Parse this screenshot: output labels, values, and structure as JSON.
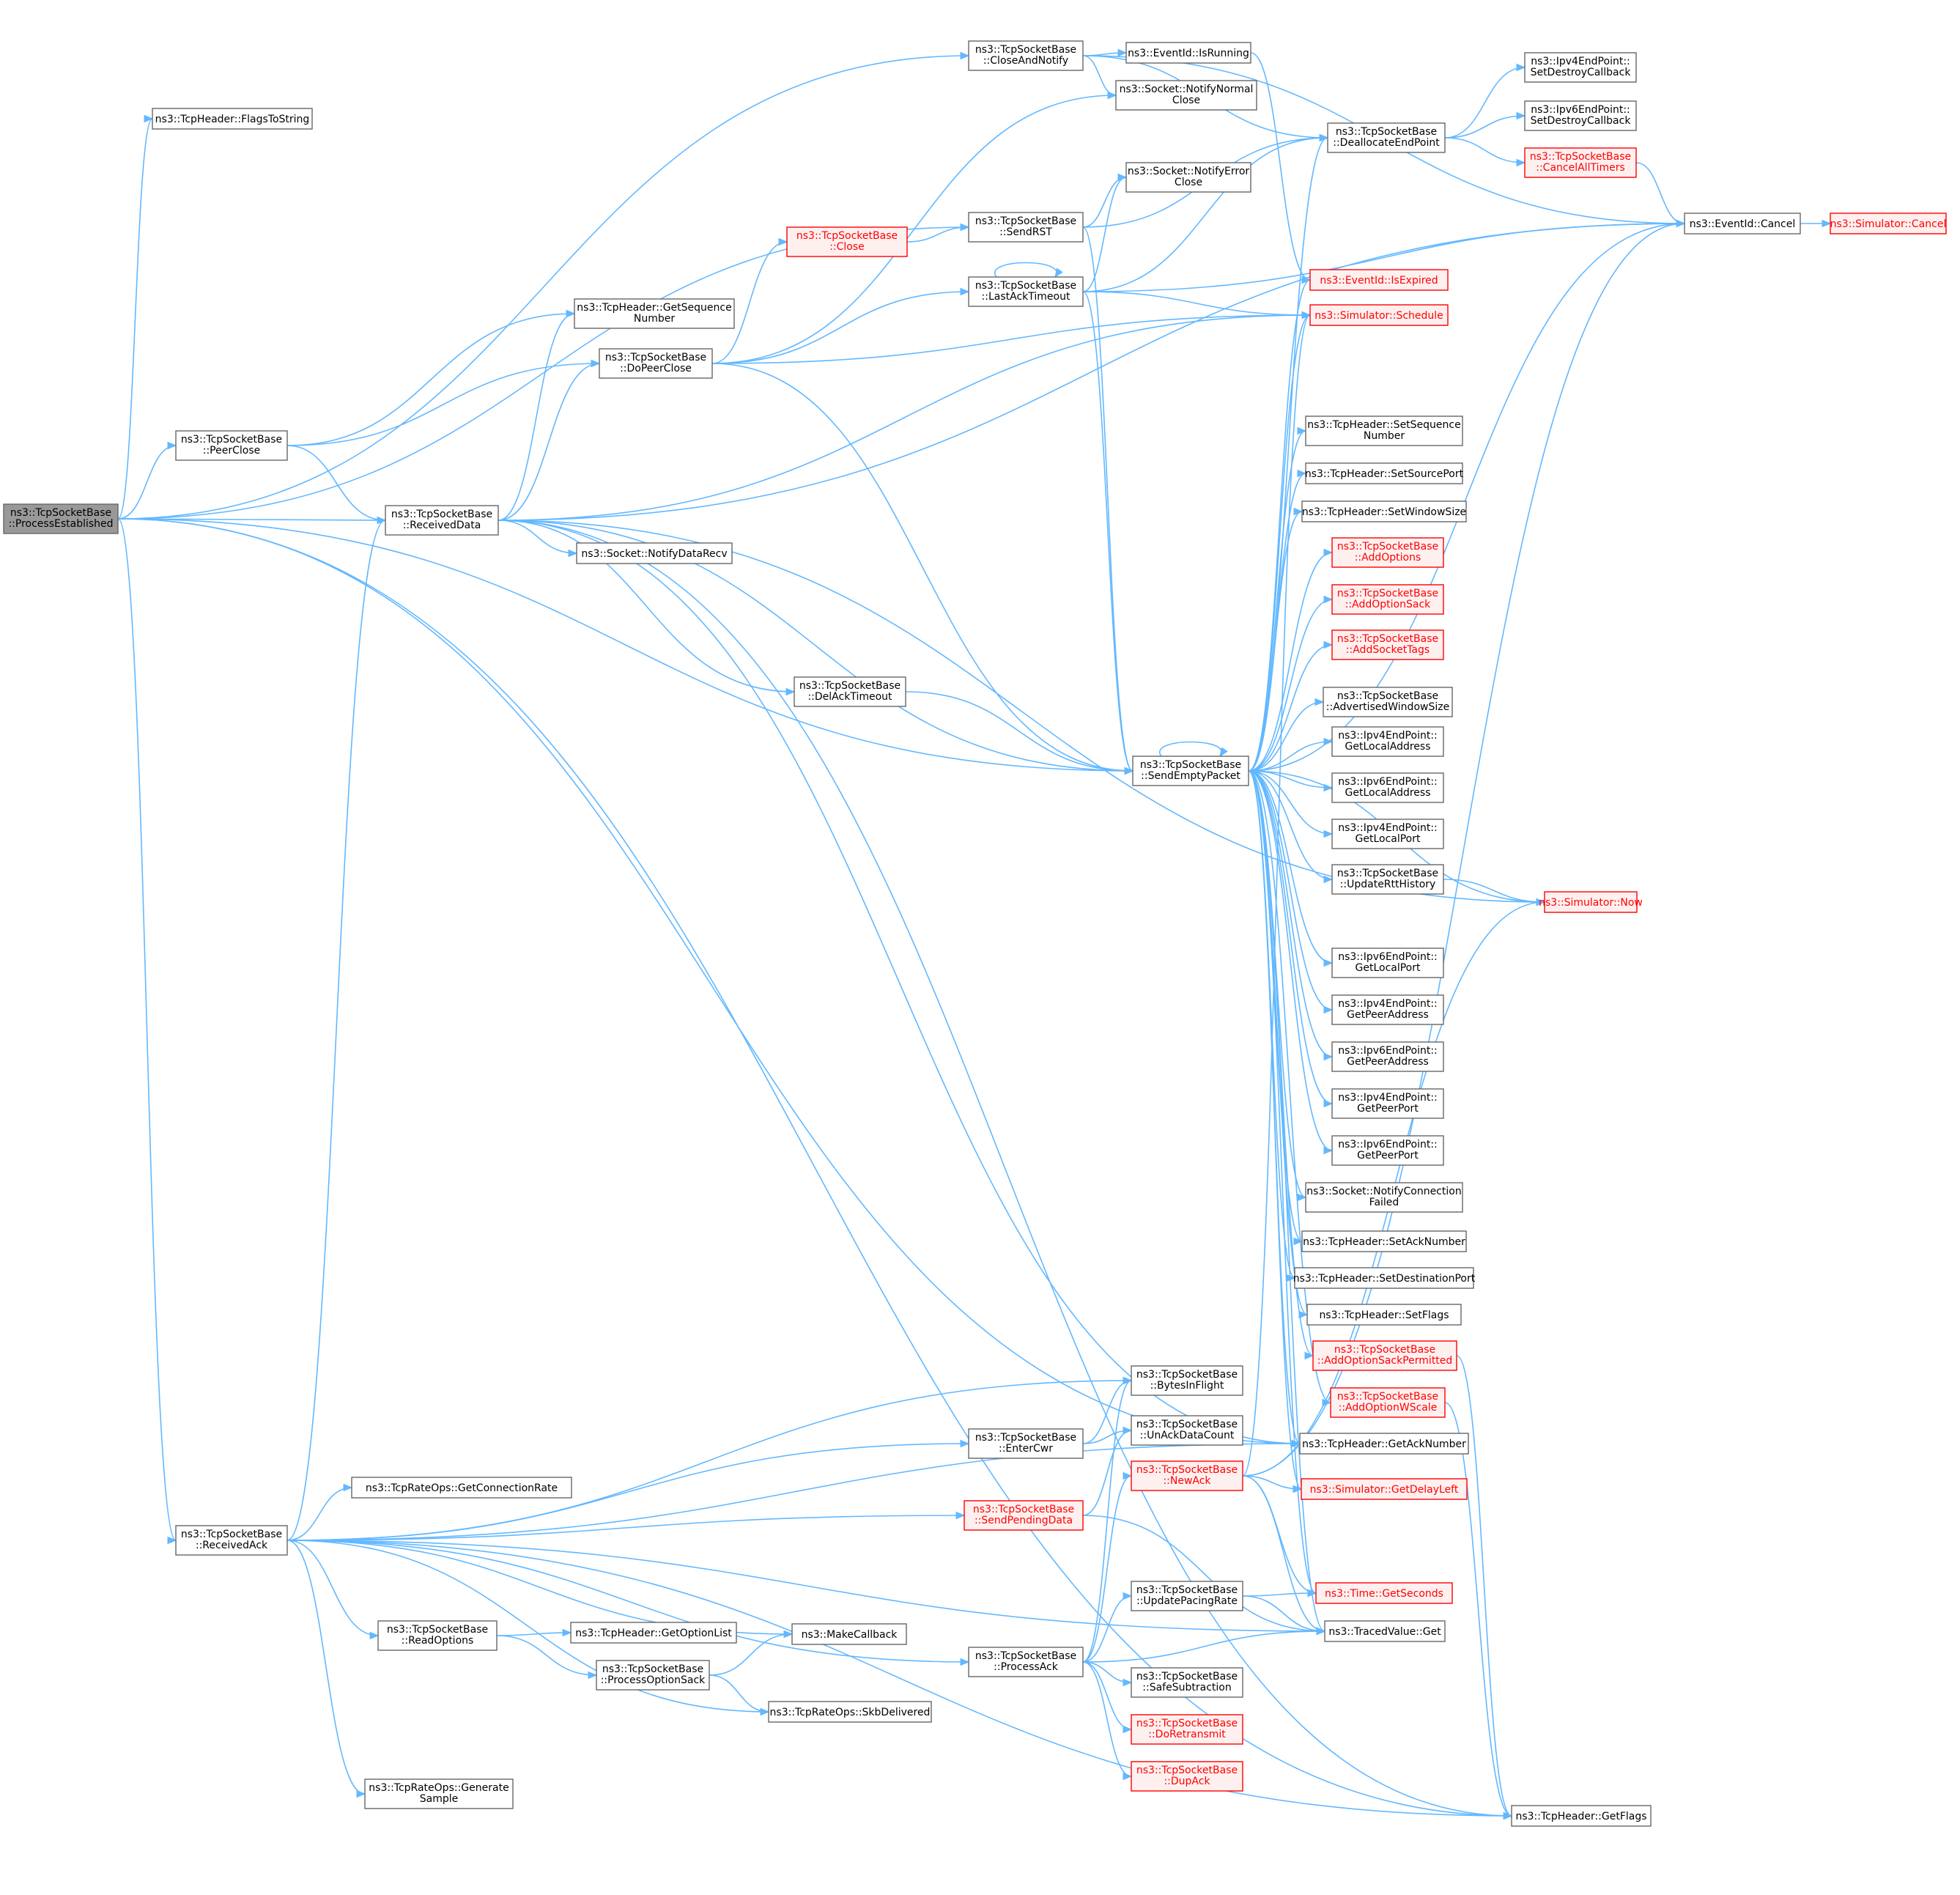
{
  "nodes": [
    {
      "id": "pe",
      "lines": [
        "ns3::TcpSocketBase",
        "::ProcessEstablished"
      ],
      "style": "gray"
    },
    {
      "id": "fts",
      "lines": [
        "ns3::TcpHeader::FlagsToString"
      ],
      "style": "normal"
    },
    {
      "id": "can",
      "lines": [
        "ns3::TcpSocketBase",
        "::CloseAndNotify"
      ],
      "style": "normal"
    },
    {
      "id": "isr",
      "lines": [
        "ns3::EventId::IsRunning"
      ],
      "style": "normal"
    },
    {
      "id": "nnc",
      "lines": [
        "ns3::Socket::NotifyNormal",
        "Close"
      ],
      "style": "normal"
    },
    {
      "id": "i4dc",
      "lines": [
        "ns3::Ipv4EndPoint::",
        "SetDestroyCallback"
      ],
      "style": "normal"
    },
    {
      "id": "i6dc",
      "lines": [
        "ns3::Ipv6EndPoint::",
        "SetDestroyCallback"
      ],
      "style": "normal"
    },
    {
      "id": "dep",
      "lines": [
        "ns3::TcpSocketBase",
        "::DeallocateEndPoint"
      ],
      "style": "normal"
    },
    {
      "id": "cat",
      "lines": [
        "ns3::TcpSocketBase",
        "::CancelAllTimers"
      ],
      "style": "red"
    },
    {
      "id": "nec",
      "lines": [
        "ns3::Socket::NotifyError",
        "Close"
      ],
      "style": "normal"
    },
    {
      "id": "clo",
      "lines": [
        "ns3::TcpSocketBase",
        "::Close"
      ],
      "style": "red"
    },
    {
      "id": "srst",
      "lines": [
        "ns3::TcpSocketBase",
        "::SendRST"
      ],
      "style": "normal"
    },
    {
      "id": "ecan",
      "lines": [
        "ns3::EventId::Cancel"
      ],
      "style": "normal"
    },
    {
      "id": "scan",
      "lines": [
        "ns3::Simulator::Cancel"
      ],
      "style": "red"
    },
    {
      "id": "lat",
      "lines": [
        "ns3::TcpSocketBase",
        "::LastAckTimeout"
      ],
      "style": "normal"
    },
    {
      "id": "iexp",
      "lines": [
        "ns3::EventId::IsExpired"
      ],
      "style": "red"
    },
    {
      "id": "gsn",
      "lines": [
        "ns3::TcpHeader::GetSequence",
        "Number"
      ],
      "style": "normal"
    },
    {
      "id": "sch",
      "lines": [
        "ns3::Simulator::Schedule"
      ],
      "style": "red"
    },
    {
      "id": "dpc",
      "lines": [
        "ns3::TcpSocketBase",
        "::DoPeerClose"
      ],
      "style": "normal"
    },
    {
      "id": "ssn",
      "lines": [
        "ns3::TcpHeader::SetSequence",
        "Number"
      ],
      "style": "normal"
    },
    {
      "id": "pcl",
      "lines": [
        "ns3::TcpSocketBase",
        "::PeerClose"
      ],
      "style": "normal"
    },
    {
      "id": "ssp",
      "lines": [
        "ns3::TcpHeader::SetSourcePort"
      ],
      "style": "normal"
    },
    {
      "id": "sws",
      "lines": [
        "ns3::TcpHeader::SetWindowSize"
      ],
      "style": "normal"
    },
    {
      "id": "rd",
      "lines": [
        "ns3::TcpSocketBase",
        "::ReceivedData"
      ],
      "style": "normal"
    },
    {
      "id": "ndr",
      "lines": [
        "ns3::Socket::NotifyDataRecv"
      ],
      "style": "normal"
    },
    {
      "id": "aop",
      "lines": [
        "ns3::TcpSocketBase",
        "::AddOptions"
      ],
      "style": "red"
    },
    {
      "id": "aos",
      "lines": [
        "ns3::TcpSocketBase",
        "::AddOptionSack"
      ],
      "style": "red"
    },
    {
      "id": "ast",
      "lines": [
        "ns3::TcpSocketBase",
        "::AddSocketTags"
      ],
      "style": "red"
    },
    {
      "id": "dat",
      "lines": [
        "ns3::TcpSocketBase",
        "::DelAckTimeout"
      ],
      "style": "normal"
    },
    {
      "id": "aws",
      "lines": [
        "ns3::TcpSocketBase",
        "::AdvertisedWindowSize"
      ],
      "style": "normal"
    },
    {
      "id": "sep",
      "lines": [
        "ns3::TcpSocketBase",
        "::SendEmptyPacket"
      ],
      "style": "normal"
    },
    {
      "id": "i4la",
      "lines": [
        "ns3::Ipv4EndPoint::",
        "GetLocalAddress"
      ],
      "style": "normal"
    },
    {
      "id": "i6la",
      "lines": [
        "ns3::Ipv6EndPoint::",
        "GetLocalAddress"
      ],
      "style": "normal"
    },
    {
      "id": "i4lp",
      "lines": [
        "ns3::Ipv4EndPoint::",
        "GetLocalPort"
      ],
      "style": "normal"
    },
    {
      "id": "urh",
      "lines": [
        "ns3::TcpSocketBase",
        "::UpdateRttHistory"
      ],
      "style": "normal"
    },
    {
      "id": "now",
      "lines": [
        "ns3::Simulator::Now"
      ],
      "style": "red"
    },
    {
      "id": "i6lp",
      "lines": [
        "ns3::Ipv6EndPoint::",
        "GetLocalPort"
      ],
      "style": "normal"
    },
    {
      "id": "i4pa",
      "lines": [
        "ns3::Ipv4EndPoint::",
        "GetPeerAddress"
      ],
      "style": "normal"
    },
    {
      "id": "i6pa",
      "lines": [
        "ns3::Ipv6EndPoint::",
        "GetPeerAddress"
      ],
      "style": "normal"
    },
    {
      "id": "i4pp",
      "lines": [
        "ns3::Ipv4EndPoint::",
        "GetPeerPort"
      ],
      "style": "normal"
    },
    {
      "id": "i6pp",
      "lines": [
        "ns3::Ipv6EndPoint::",
        "GetPeerPort"
      ],
      "style": "normal"
    },
    {
      "id": "ncf",
      "lines": [
        "ns3::Socket::NotifyConnection",
        "Failed"
      ],
      "style": "normal"
    },
    {
      "id": "san",
      "lines": [
        "ns3::TcpHeader::SetAckNumber"
      ],
      "style": "normal"
    },
    {
      "id": "sdp",
      "lines": [
        "ns3::TcpHeader::SetDestinationPort"
      ],
      "style": "normal"
    },
    {
      "id": "sfl",
      "lines": [
        "ns3::TcpHeader::SetFlags"
      ],
      "style": "normal"
    },
    {
      "id": "aosp",
      "lines": [
        "ns3::TcpSocketBase",
        "::AddOptionSackPermitted"
      ],
      "style": "red"
    },
    {
      "id": "bif",
      "lines": [
        "ns3::TcpSocketBase",
        "::BytesInFlight"
      ],
      "style": "normal"
    },
    {
      "id": "aow",
      "lines": [
        "ns3::TcpSocketBase",
        "::AddOptionWScale"
      ],
      "style": "red"
    },
    {
      "id": "udc",
      "lines": [
        "ns3::TcpSocketBase",
        "::UnAckDataCount"
      ],
      "style": "normal"
    },
    {
      "id": "ecw",
      "lines": [
        "ns3::TcpSocketBase",
        "::EnterCwr"
      ],
      "style": "normal"
    },
    {
      "id": "gan",
      "lines": [
        "ns3::TcpHeader::GetAckNumber"
      ],
      "style": "normal"
    },
    {
      "id": "nak",
      "lines": [
        "ns3::TcpSocketBase",
        "::NewAck"
      ],
      "style": "red"
    },
    {
      "id": "gcr",
      "lines": [
        "ns3::TcpRateOps::GetConnectionRate"
      ],
      "style": "normal"
    },
    {
      "id": "gdl",
      "lines": [
        "ns3::Simulator::GetDelayLeft"
      ],
      "style": "red"
    },
    {
      "id": "spd",
      "lines": [
        "ns3::TcpSocketBase",
        "::SendPendingData"
      ],
      "style": "red"
    },
    {
      "id": "ra",
      "lines": [
        "ns3::TcpSocketBase",
        "::ReceivedAck"
      ],
      "style": "normal"
    },
    {
      "id": "tgs",
      "lines": [
        "ns3::Time::GetSeconds"
      ],
      "style": "red"
    },
    {
      "id": "upr",
      "lines": [
        "ns3::TcpSocketBase",
        "::UpdatePacingRate"
      ],
      "style": "normal"
    },
    {
      "id": "ro",
      "lines": [
        "ns3::TcpSocketBase",
        "::ReadOptions"
      ],
      "style": "normal"
    },
    {
      "id": "gol",
      "lines": [
        "ns3::TcpHeader::GetOptionList"
      ],
      "style": "normal"
    },
    {
      "id": "mcb",
      "lines": [
        "ns3::MakeCallback"
      ],
      "style": "normal"
    },
    {
      "id": "tvg",
      "lines": [
        "ns3::TracedValue::Get"
      ],
      "style": "normal"
    },
    {
      "id": "pa",
      "lines": [
        "ns3::TcpSocketBase",
        "::ProcessAck"
      ],
      "style": "normal"
    },
    {
      "id": "pos",
      "lines": [
        "ns3::TcpSocketBase",
        "::ProcessOptionSack"
      ],
      "style": "normal"
    },
    {
      "id": "sbs",
      "lines": [
        "ns3::TcpSocketBase",
        "::SafeSubtraction"
      ],
      "style": "normal"
    },
    {
      "id": "skb",
      "lines": [
        "ns3::TcpRateOps::SkbDelivered"
      ],
      "style": "normal"
    },
    {
      "id": "drt",
      "lines": [
        "ns3::TcpSocketBase",
        "::DoRetransmit"
      ],
      "style": "red"
    },
    {
      "id": "dak",
      "lines": [
        "ns3::TcpSocketBase",
        "::DupAck"
      ],
      "style": "red"
    },
    {
      "id": "gsa",
      "lines": [
        "ns3::TcpRateOps::Generate",
        "Sample"
      ],
      "style": "normal"
    },
    {
      "id": "gfl",
      "lines": [
        "ns3::TcpHeader::GetFlags"
      ],
      "style": "normal"
    }
  ],
  "edges": [
    [
      "pe",
      "fts"
    ],
    [
      "pe",
      "can"
    ],
    [
      "pe",
      "srst"
    ],
    [
      "pe",
      "pcl"
    ],
    [
      "pe",
      "rd"
    ],
    [
      "pe",
      "sep"
    ],
    [
      "pe",
      "gan"
    ],
    [
      "pe",
      "ra"
    ],
    [
      "pe",
      "gfl"
    ],
    [
      "can",
      "isr"
    ],
    [
      "can",
      "nnc"
    ],
    [
      "can",
      "dep"
    ],
    [
      "can",
      "ecan"
    ],
    [
      "isr",
      "iexp"
    ],
    [
      "dep",
      "i4dc"
    ],
    [
      "dep",
      "i6dc"
    ],
    [
      "dep",
      "cat"
    ],
    [
      "cat",
      "ecan"
    ],
    [
      "ecan",
      "scan"
    ],
    [
      "clo",
      "srst"
    ],
    [
      "srst",
      "nec"
    ],
    [
      "srst",
      "dep"
    ],
    [
      "srst",
      "sep"
    ],
    [
      "lat",
      "nec"
    ],
    [
      "lat",
      "dep"
    ],
    [
      "lat",
      "ecan"
    ],
    [
      "lat",
      "sch"
    ],
    [
      "lat",
      "sep"
    ],
    [
      "lat",
      "lat"
    ],
    [
      "dpc",
      "nnc"
    ],
    [
      "dpc",
      "clo"
    ],
    [
      "dpc",
      "lat"
    ],
    [
      "dpc",
      "sch"
    ],
    [
      "dpc",
      "sep"
    ],
    [
      "pcl",
      "gsn"
    ],
    [
      "pcl",
      "dpc"
    ],
    [
      "pcl",
      "rd"
    ],
    [
      "rd",
      "gsn"
    ],
    [
      "rd",
      "dpc"
    ],
    [
      "rd",
      "ecan"
    ],
    [
      "rd",
      "sch"
    ],
    [
      "rd",
      "now"
    ],
    [
      "rd",
      "ndr"
    ],
    [
      "rd",
      "dat"
    ],
    [
      "rd",
      "sep"
    ],
    [
      "rd",
      "gan"
    ],
    [
      "rd",
      "gfl"
    ],
    [
      "dat",
      "sep"
    ],
    [
      "sep",
      "dep"
    ],
    [
      "sep",
      "ecan"
    ],
    [
      "sep",
      "iexp"
    ],
    [
      "sep",
      "sch"
    ],
    [
      "sep",
      "ssn"
    ],
    [
      "sep",
      "ssp"
    ],
    [
      "sep",
      "sws"
    ],
    [
      "sep",
      "aop"
    ],
    [
      "sep",
      "aos"
    ],
    [
      "sep",
      "ast"
    ],
    [
      "sep",
      "aws"
    ],
    [
      "sep",
      "sep"
    ],
    [
      "sep",
      "i4la"
    ],
    [
      "sep",
      "i6la"
    ],
    [
      "sep",
      "i4lp"
    ],
    [
      "sep",
      "urh"
    ],
    [
      "sep",
      "now"
    ],
    [
      "sep",
      "i6lp"
    ],
    [
      "sep",
      "i4pa"
    ],
    [
      "sep",
      "i6pa"
    ],
    [
      "sep",
      "i4pp"
    ],
    [
      "sep",
      "i6pp"
    ],
    [
      "sep",
      "ncf"
    ],
    [
      "sep",
      "san"
    ],
    [
      "sep",
      "sdp"
    ],
    [
      "sep",
      "sfl"
    ],
    [
      "sep",
      "aosp"
    ],
    [
      "sep",
      "aow"
    ],
    [
      "sep",
      "gan"
    ],
    [
      "sep",
      "gdl"
    ],
    [
      "sep",
      "tgs"
    ],
    [
      "sep",
      "tvg"
    ],
    [
      "urh",
      "now"
    ],
    [
      "aosp",
      "gfl"
    ],
    [
      "aow",
      "gfl"
    ],
    [
      "ecw",
      "bif"
    ],
    [
      "ecw",
      "udc"
    ],
    [
      "nak",
      "ecan"
    ],
    [
      "nak",
      "sch"
    ],
    [
      "nak",
      "now"
    ],
    [
      "nak",
      "gdl"
    ],
    [
      "nak",
      "tgs"
    ],
    [
      "nak",
      "tvg"
    ],
    [
      "spd",
      "udc"
    ],
    [
      "spd",
      "tvg"
    ],
    [
      "ra",
      "bif"
    ],
    [
      "ra",
      "ecw"
    ],
    [
      "ra",
      "rd"
    ],
    [
      "ra",
      "gcr"
    ],
    [
      "ra",
      "spd"
    ],
    [
      "ra",
      "tvg"
    ],
    [
      "ra",
      "ro"
    ],
    [
      "ra",
      "mcb"
    ],
    [
      "ra",
      "skb"
    ],
    [
      "ra",
      "pa"
    ],
    [
      "ra",
      "gsa"
    ],
    [
      "ra",
      "gfl"
    ],
    [
      "ra",
      "gan"
    ],
    [
      "ro",
      "gol"
    ],
    [
      "ro",
      "pos"
    ],
    [
      "pos",
      "mcb"
    ],
    [
      "pos",
      "skb"
    ],
    [
      "upr",
      "tgs"
    ],
    [
      "upr",
      "tvg"
    ],
    [
      "pa",
      "bif"
    ],
    [
      "pa",
      "nak"
    ],
    [
      "pa",
      "upr"
    ],
    [
      "pa",
      "tvg"
    ],
    [
      "pa",
      "sbs"
    ],
    [
      "pa",
      "drt"
    ],
    [
      "pa",
      "dak"
    ]
  ]
}
